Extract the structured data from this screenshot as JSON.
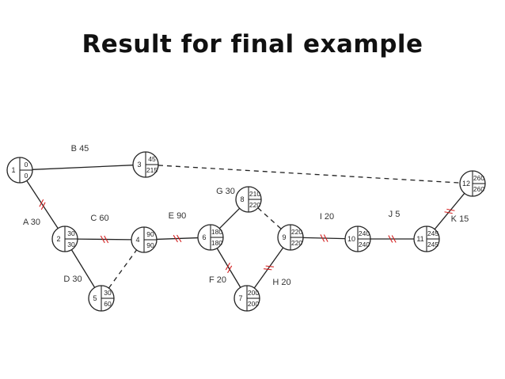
{
  "title": "Result for final example",
  "nodes": [
    {
      "id": "1",
      "es": "0",
      "lf": "0"
    },
    {
      "id": "2",
      "es": "30",
      "lf": "30"
    },
    {
      "id": "3",
      "es": "45",
      "lf": "215"
    },
    {
      "id": "4",
      "es": "90",
      "lf": "90"
    },
    {
      "id": "5",
      "es": "30",
      "lf": "60"
    },
    {
      "id": "6",
      "es": "180",
      "lf": "180"
    },
    {
      "id": "7",
      "es": "200",
      "lf": "200"
    },
    {
      "id": "8",
      "es": "210",
      "lf": "220"
    },
    {
      "id": "9",
      "es": "220",
      "lf": "220"
    },
    {
      "id": "10",
      "es": "240",
      "lf": "240"
    },
    {
      "id": "11",
      "es": "245",
      "lf": "245"
    },
    {
      "id": "12",
      "es": "260",
      "lf": "260"
    }
  ],
  "activities": [
    {
      "from": "1",
      "to": "3",
      "label": "B 45",
      "style": "solid",
      "critical": false
    },
    {
      "from": "3",
      "to": "12",
      "label": "",
      "style": "dashed",
      "critical": false
    },
    {
      "from": "1",
      "to": "2",
      "label": "A 30",
      "style": "solid",
      "critical": true
    },
    {
      "from": "2",
      "to": "4",
      "label": "C 60",
      "style": "solid",
      "critical": true
    },
    {
      "from": "2",
      "to": "5",
      "label": "D 30",
      "style": "solid",
      "critical": false
    },
    {
      "from": "5",
      "to": "4",
      "label": "",
      "style": "dashed",
      "critical": false
    },
    {
      "from": "4",
      "to": "6",
      "label": "E 90",
      "style": "solid",
      "critical": true
    },
    {
      "from": "6",
      "to": "8",
      "label": "G 30",
      "style": "solid",
      "critical": false
    },
    {
      "from": "6",
      "to": "7",
      "label": "F 20",
      "style": "solid",
      "critical": true
    },
    {
      "from": "8",
      "to": "9",
      "label": "",
      "style": "dashed",
      "critical": false
    },
    {
      "from": "7",
      "to": "9",
      "label": "H 20",
      "style": "solid",
      "critical": true
    },
    {
      "from": "9",
      "to": "10",
      "label": "I 20",
      "style": "solid",
      "critical": true
    },
    {
      "from": "10",
      "to": "11",
      "label": "J 5",
      "style": "solid",
      "critical": true
    },
    {
      "from": "11",
      "to": "12",
      "label": "K 15",
      "style": "solid",
      "critical": true
    }
  ],
  "colors": {
    "critical_mark": "#d42020",
    "line": "#222222"
  }
}
